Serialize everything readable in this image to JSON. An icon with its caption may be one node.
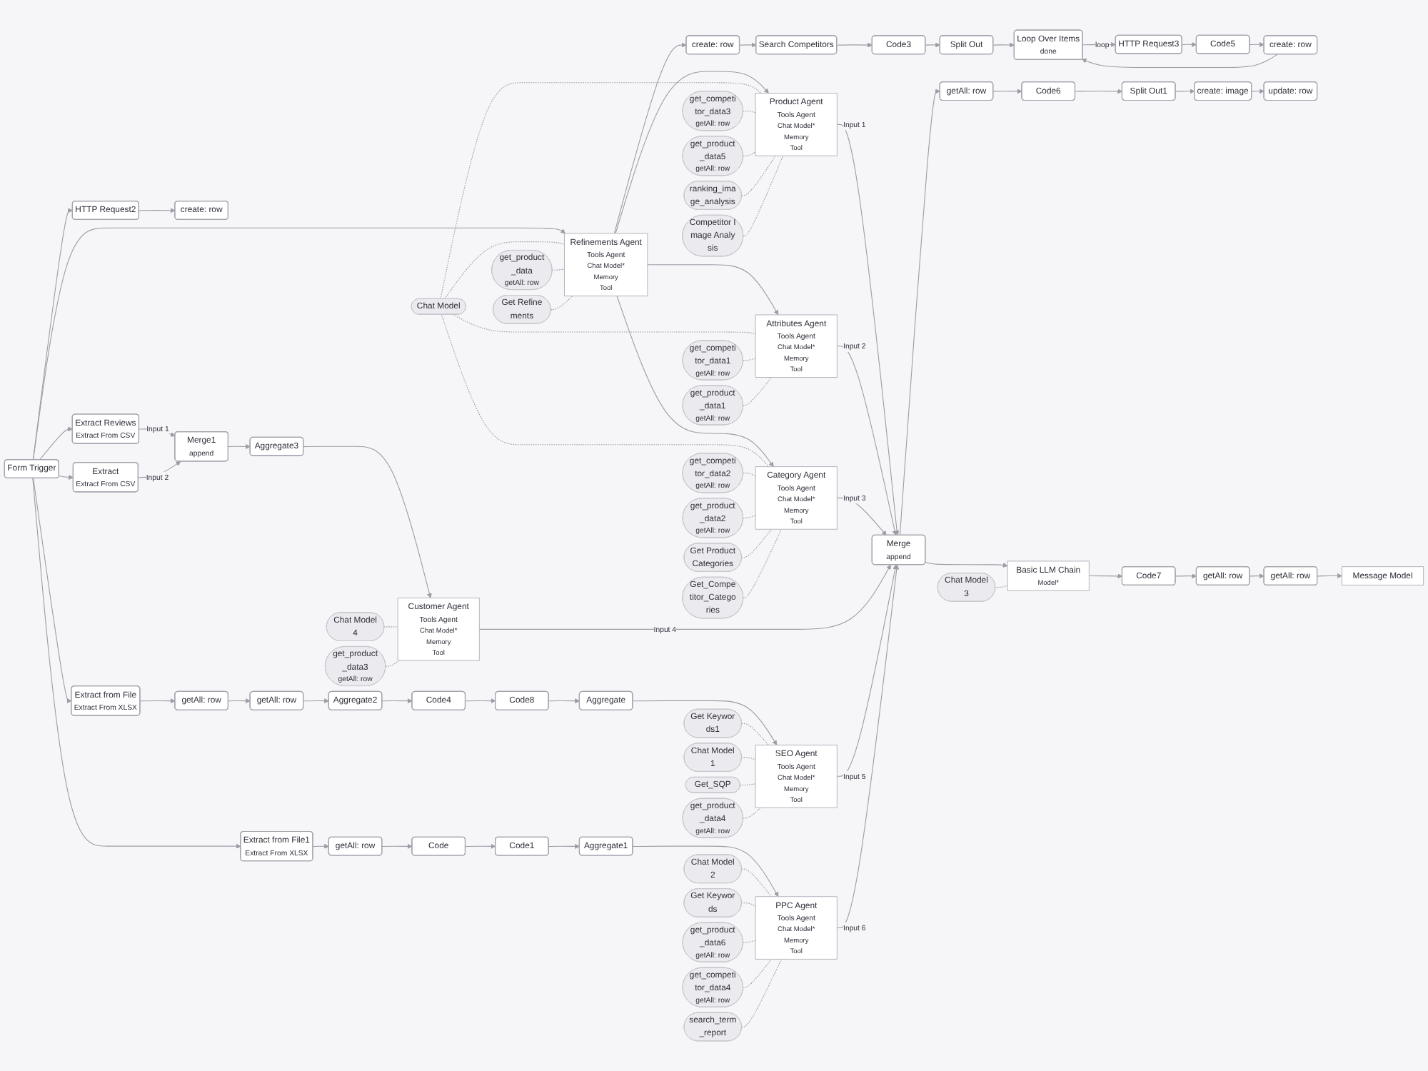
{
  "diagram": {
    "nodes": [
      {
        "text": [
          "Form Trigger"
        ]
      },
      {
        "text": [
          "HTTP Request2"
        ]
      },
      {
        "text": [
          "create: row"
        ]
      },
      {
        "text": [
          "Refinements Agent",
          "Tools Agent",
          "Chat Model*",
          "Memory",
          "Tool"
        ]
      },
      {
        "text": [
          "Chat Model"
        ]
      },
      {
        "text": [
          "get_product_data",
          "getAll: row"
        ]
      },
      {
        "text": [
          "Get Refinements"
        ]
      },
      {
        "text": [
          "create: row"
        ]
      },
      {
        "text": [
          "Search Competitors"
        ]
      },
      {
        "text": [
          "Code3"
        ]
      },
      {
        "text": [
          "Split Out"
        ]
      },
      {
        "text": [
          "Loop Over Items",
          "done"
        ]
      },
      {
        "text": [
          "HTTP Request3"
        ]
      },
      {
        "text": [
          "Code5"
        ]
      },
      {
        "text": [
          "create: row"
        ]
      },
      {
        "text": [
          "Product Agent",
          "Tools Agent",
          "Chat Model*",
          "Memory",
          "Tool"
        ]
      },
      {
        "text": [
          "get_competitor_data3",
          "getAll: row"
        ]
      },
      {
        "text": [
          "get_product_data5",
          "getAll: row"
        ]
      },
      {
        "text": [
          "ranking_image_analysis"
        ]
      },
      {
        "text": [
          "Competitor Image Analysis"
        ]
      },
      {
        "text": [
          "Attributes Agent",
          "Tools Agent",
          "Chat Model*",
          "Memory",
          "Tool"
        ]
      },
      {
        "text": [
          "get_competitor_data1",
          "getAll: row"
        ]
      },
      {
        "text": [
          "get_product_data1",
          "getAll: row"
        ]
      },
      {
        "text": [
          "Category Agent",
          "Tools Agent",
          "Chat Model*",
          "Memory",
          "Tool"
        ]
      },
      {
        "text": [
          "get_competitor_data2",
          "getAll: row"
        ]
      },
      {
        "text": [
          "get_product_data2",
          "getAll: row"
        ]
      },
      {
        "text": [
          "Get Product Categories"
        ]
      },
      {
        "text": [
          "Get_Competitor_Categories"
        ]
      },
      {
        "text": [
          "Extract Reviews",
          "Extract From CSV"
        ]
      },
      {
        "text": [
          "Extract",
          "Extract From CSV"
        ]
      },
      {
        "text": [
          "Merge1",
          "append"
        ]
      },
      {
        "text": [
          "Aggregate3"
        ]
      },
      {
        "text": [
          "Customer Agent",
          "Tools Agent",
          "Chat Model*",
          "Memory",
          "Tool"
        ]
      },
      {
        "text": [
          "Chat Model4"
        ]
      },
      {
        "text": [
          "get_product_data3",
          "getAll: row"
        ]
      },
      {
        "text": [
          "Extract from File",
          "Extract From XLSX"
        ]
      },
      {
        "text": [
          "getAll: row"
        ]
      },
      {
        "text": [
          "getAll: row"
        ]
      },
      {
        "text": [
          "Aggregate2"
        ]
      },
      {
        "text": [
          "Code4"
        ]
      },
      {
        "text": [
          "Code8"
        ]
      },
      {
        "text": [
          "Aggregate"
        ]
      },
      {
        "text": [
          "SEO Agent",
          "Tools Agent",
          "Chat Model*",
          "Memory",
          "Tool"
        ]
      },
      {
        "text": [
          "Get Keywords1"
        ]
      },
      {
        "text": [
          "Chat Model1"
        ]
      },
      {
        "text": [
          "Get_SQP"
        ]
      },
      {
        "text": [
          "get_product_data4",
          "getAll: row"
        ]
      },
      {
        "text": [
          "Extract from File1",
          "Extract From XLSX"
        ]
      },
      {
        "text": [
          "getAll: row"
        ]
      },
      {
        "text": [
          "Code"
        ]
      },
      {
        "text": [
          "Code1"
        ]
      },
      {
        "text": [
          "Aggregate1"
        ]
      },
      {
        "text": [
          "PPC Agent",
          "Tools Agent",
          "Chat Model*",
          "Memory",
          "Tool"
        ]
      },
      {
        "text": [
          "Chat Model2"
        ]
      },
      {
        "text": [
          "Get Keywords"
        ]
      },
      {
        "text": [
          "get_product_data6",
          "getAll: row"
        ]
      },
      {
        "text": [
          "get_competitor_data4",
          "getAll: row"
        ]
      },
      {
        "text": [
          "search_term_report"
        ]
      },
      {
        "text": [
          "Merge",
          "append"
        ]
      },
      {
        "text": [
          "getAll: row"
        ]
      },
      {
        "text": [
          "Code6"
        ]
      },
      {
        "text": [
          "Split Out1"
        ]
      },
      {
        "text": [
          "create: image"
        ]
      },
      {
        "text": [
          "update: row"
        ]
      },
      {
        "text": [
          "Basic LLM Chain",
          "Model*"
        ]
      },
      {
        "text": [
          "Chat Model3"
        ]
      },
      {
        "text": [
          "Code7"
        ]
      },
      {
        "text": [
          "getAll: row"
        ]
      },
      {
        "text": [
          "getAll: row"
        ]
      },
      {
        "text": [
          "Message Model"
        ]
      }
    ],
    "edges": [
      {
        "from": 0,
        "to": 1,
        "arrow": "to"
      },
      {
        "from": 1,
        "to": 2,
        "arrow": "to"
      },
      {
        "from": 0,
        "to": 3,
        "arrow": "to"
      },
      {
        "from": 4,
        "to": 3,
        "arrow": "none",
        "style": "dashed"
      },
      {
        "from": 5,
        "to": 3,
        "arrow": "none",
        "style": "dashed"
      },
      {
        "from": 6,
        "to": 3,
        "arrow": "none",
        "style": "dashed"
      },
      {
        "from": 3,
        "to": 7,
        "arrow": "to"
      },
      {
        "from": 7,
        "to": 8,
        "arrow": "to"
      },
      {
        "from": 8,
        "to": 9,
        "arrow": "to"
      },
      {
        "from": 9,
        "to": 10,
        "arrow": "to"
      },
      {
        "from": 10,
        "to": 11,
        "arrow": "to"
      },
      {
        "from": 11,
        "to": 12,
        "arrow": "to",
        "label": "loop"
      },
      {
        "from": 12,
        "to": 13,
        "arrow": "to"
      },
      {
        "from": 13,
        "to": 14,
        "arrow": "to"
      },
      {
        "from": 14,
        "to": 11,
        "arrow": "to"
      },
      {
        "from": 3,
        "to": 15,
        "arrow": "to"
      },
      {
        "from": 4,
        "to": 15,
        "arrow": "none",
        "style": "dashed"
      },
      {
        "from": 16,
        "to": 15,
        "arrow": "none",
        "style": "dashed"
      },
      {
        "from": 17,
        "to": 15,
        "arrow": "none",
        "style": "dashed"
      },
      {
        "from": 18,
        "to": 15,
        "arrow": "none",
        "style": "dashed"
      },
      {
        "from": 19,
        "to": 15,
        "arrow": "none",
        "style": "dashed"
      },
      {
        "from": 3,
        "to": 20,
        "arrow": "to"
      },
      {
        "from": 4,
        "to": 20,
        "arrow": "none",
        "style": "dashed"
      },
      {
        "from": 21,
        "to": 20,
        "arrow": "none",
        "style": "dashed"
      },
      {
        "from": 22,
        "to": 20,
        "arrow": "none",
        "style": "dashed"
      },
      {
        "from": 3,
        "to": 23,
        "arrow": "to"
      },
      {
        "from": 4,
        "to": 23,
        "arrow": "none",
        "style": "dashed"
      },
      {
        "from": 24,
        "to": 23,
        "arrow": "none",
        "style": "dashed"
      },
      {
        "from": 25,
        "to": 23,
        "arrow": "none",
        "style": "dashed"
      },
      {
        "from": 26,
        "to": 23,
        "arrow": "none",
        "style": "dashed"
      },
      {
        "from": 27,
        "to": 23,
        "arrow": "none",
        "style": "dashed"
      },
      {
        "from": 0,
        "to": 28,
        "arrow": "to"
      },
      {
        "from": 0,
        "to": 29,
        "arrow": "to"
      },
      {
        "from": 28,
        "to": 30,
        "arrow": "to",
        "label": "Input 1"
      },
      {
        "from": 29,
        "to": 30,
        "arrow": "to",
        "label": "Input 2"
      },
      {
        "from": 30,
        "to": 31,
        "arrow": "to"
      },
      {
        "from": 31,
        "to": 32,
        "arrow": "to"
      },
      {
        "from": 33,
        "to": 32,
        "arrow": "none",
        "style": "dashed"
      },
      {
        "from": 34,
        "to": 32,
        "arrow": "none",
        "style": "dashed"
      },
      {
        "from": 0,
        "to": 35,
        "arrow": "to"
      },
      {
        "from": 35,
        "to": 36,
        "arrow": "to"
      },
      {
        "from": 36,
        "to": 37,
        "arrow": "to"
      },
      {
        "from": 37,
        "to": 38,
        "arrow": "to"
      },
      {
        "from": 38,
        "to": 39,
        "arrow": "to"
      },
      {
        "from": 39,
        "to": 40,
        "arrow": "to"
      },
      {
        "from": 40,
        "to": 41,
        "arrow": "to"
      },
      {
        "from": 41,
        "to": 42,
        "arrow": "to"
      },
      {
        "from": 43,
        "to": 42,
        "arrow": "none",
        "style": "dashed"
      },
      {
        "from": 44,
        "to": 42,
        "arrow": "none",
        "style": "dashed"
      },
      {
        "from": 45,
        "to": 42,
        "arrow": "none",
        "style": "dashed"
      },
      {
        "from": 46,
        "to": 42,
        "arrow": "none",
        "style": "dashed"
      },
      {
        "from": 0,
        "to": 47,
        "arrow": "to"
      },
      {
        "from": 47,
        "to": 48,
        "arrow": "to"
      },
      {
        "from": 48,
        "to": 49,
        "arrow": "to"
      },
      {
        "from": 49,
        "to": 50,
        "arrow": "to"
      },
      {
        "from": 50,
        "to": 51,
        "arrow": "to"
      },
      {
        "from": 51,
        "to": 52,
        "arrow": "to"
      },
      {
        "from": 53,
        "to": 52,
        "arrow": "none",
        "style": "dashed"
      },
      {
        "from": 54,
        "to": 52,
        "arrow": "none",
        "style": "dashed"
      },
      {
        "from": 55,
        "to": 52,
        "arrow": "none",
        "style": "dashed"
      },
      {
        "from": 56,
        "to": 52,
        "arrow": "none",
        "style": "dashed"
      },
      {
        "from": 57,
        "to": 52,
        "arrow": "none",
        "style": "dashed"
      },
      {
        "from": 15,
        "to": 58,
        "arrow": "to",
        "label": "Input 1"
      },
      {
        "from": 20,
        "to": 58,
        "arrow": "to",
        "label": "Input 2"
      },
      {
        "from": 23,
        "to": 58,
        "arrow": "to",
        "label": "Input 3"
      },
      {
        "from": 32,
        "to": 58,
        "arrow": "to",
        "label": "Input 4"
      },
      {
        "from": 42,
        "to": 58,
        "arrow": "to",
        "label": "Input 5"
      },
      {
        "from": 52,
        "to": 58,
        "arrow": "to",
        "label": "Input 6"
      },
      {
        "from": 58,
        "to": 59,
        "arrow": "to"
      },
      {
        "from": 59,
        "to": 60,
        "arrow": "to"
      },
      {
        "from": 60,
        "to": 61,
        "arrow": "to"
      },
      {
        "from": 61,
        "to": 62,
        "arrow": "to"
      },
      {
        "from": 62,
        "to": 63,
        "arrow": "to"
      },
      {
        "from": 58,
        "to": 64,
        "arrow": "to"
      },
      {
        "from": 65,
        "to": 64,
        "arrow": "none",
        "style": "dashed"
      },
      {
        "from": 64,
        "to": 66,
        "arrow": "to"
      },
      {
        "from": 66,
        "to": 67,
        "arrow": "to"
      },
      {
        "from": 67,
        "to": 68,
        "arrow": "to"
      },
      {
        "from": 68,
        "to": 69,
        "arrow": "to"
      }
    ]
  }
}
